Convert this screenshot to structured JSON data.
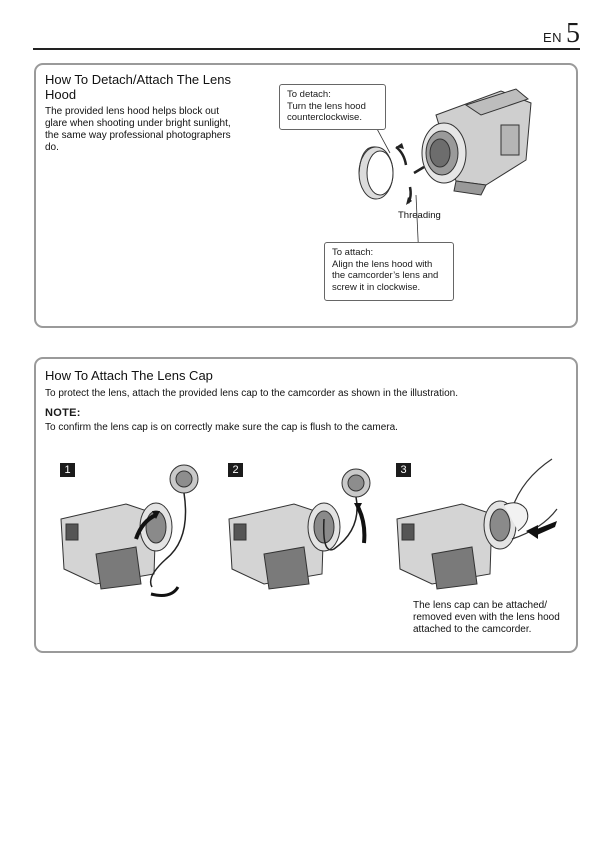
{
  "header": {
    "lang": "EN",
    "page_number": "5"
  },
  "lens_hood": {
    "title": "How To Detach/Attach The Lens Hood",
    "body": "The provided lens hood helps block out glare when shooting under bright sunlight, the same way professional photographers do.",
    "detach_heading": "To detach:",
    "detach_text": "Turn the lens hood counterclockwise.",
    "threading_label": "Threading",
    "attach_heading": "To attach:",
    "attach_text": "Align the lens hood with the camcorder’s lens and screw it in clockwise."
  },
  "lens_cap": {
    "title": "How To Attach The Lens Cap",
    "body": "To protect the lens, attach the provided lens cap to the camcorder as shown in the illustration.",
    "note_heading": "NOTE:",
    "note_text": "To confirm the lens cap is on correctly make sure the cap is flush to the camera.",
    "steps": [
      "1",
      "2",
      "3"
    ],
    "caption": "The lens cap can be attached/ removed even with the lens hood attached to the camcorder."
  }
}
